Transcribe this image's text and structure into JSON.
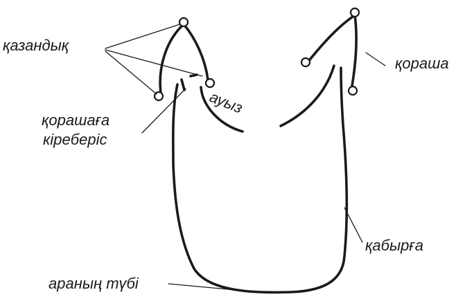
{
  "labels": {
    "kazandyk": "қазандық",
    "korasha": "қораша",
    "auyz": "ауыз",
    "korashaga_kireberis_line1": "қорашаға",
    "korashaga_kireberis_line2": "кіреберіс",
    "kabyrga": "қабырға",
    "aranyn_tubi": "араның түбі"
  }
}
